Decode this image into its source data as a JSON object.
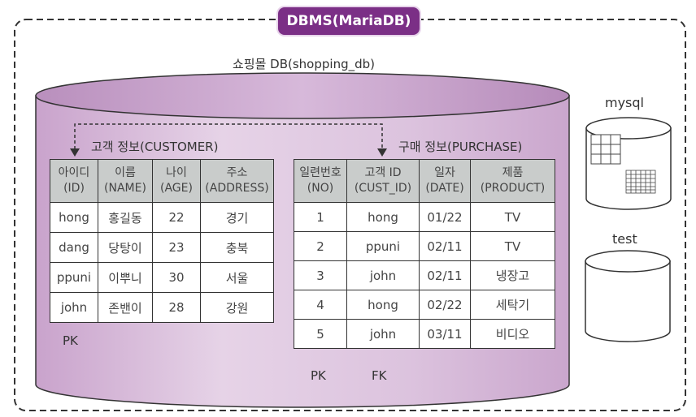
{
  "dbms_label": "DBMS(MariaDB)",
  "db_label": "쇼핑몰 DB(shopping_db)",
  "customer": {
    "title": "고객 정보(CUSTOMER)",
    "headers": [
      [
        "아이디",
        "(ID)"
      ],
      [
        "이름",
        "(NAME)"
      ],
      [
        "나이",
        "(AGE)"
      ],
      [
        "주소",
        "(ADDRESS)"
      ]
    ],
    "rows": [
      [
        "hong",
        "홍길동",
        "22",
        "경기"
      ],
      [
        "dang",
        "당탕이",
        "23",
        "충북"
      ],
      [
        "ppuni",
        "이뿌니",
        "30",
        "서울"
      ],
      [
        "john",
        "존밴이",
        "28",
        "강원"
      ]
    ],
    "pk_label": "PK"
  },
  "purchase": {
    "title": "구매 정보(PURCHASE)",
    "headers": [
      [
        "일련번호",
        "(NO)"
      ],
      [
        "고객 ID",
        "(CUST_ID)"
      ],
      [
        "일자",
        "(DATE)"
      ],
      [
        "제품",
        "(PRODUCT)"
      ]
    ],
    "rows": [
      [
        "1",
        "hong",
        "01/22",
        "TV"
      ],
      [
        "2",
        "ppuni",
        "02/11",
        "TV"
      ],
      [
        "3",
        "john",
        "02/11",
        "냉장고"
      ],
      [
        "4",
        "hong",
        "02/22",
        "세탁기"
      ],
      [
        "5",
        "john",
        "03/11",
        "비디오"
      ]
    ],
    "pk_label": "PK",
    "fk_label": "FK"
  },
  "other_dbs": [
    "mysql",
    "test"
  ],
  "colors": {
    "cylinder_fill": "#d9bfdc",
    "cylinder_top": "#c9a7cd",
    "badge": "#7b2f86",
    "table_header": "#c9cccb"
  }
}
